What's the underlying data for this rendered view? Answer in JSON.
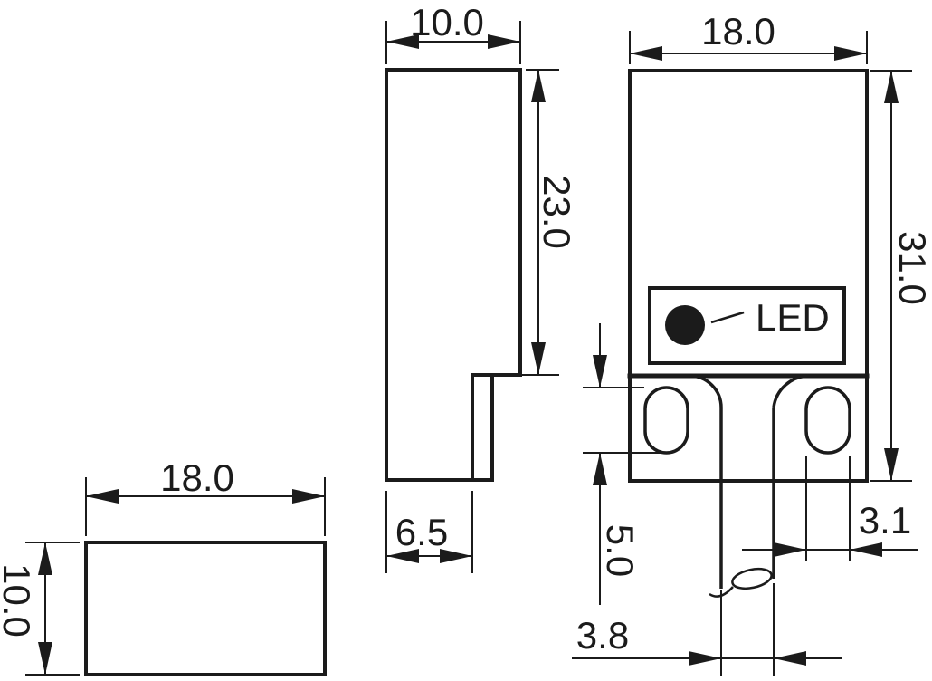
{
  "drawing": {
    "background_color": "#ffffff",
    "line_color": "#1b1b1b",
    "views": {
      "side_view": {
        "width": "10.0",
        "length": "23.0",
        "bracket_thickness": "6.5"
      },
      "front_view": {
        "width": "18.0",
        "height": "31.0",
        "slot_length": "5.0",
        "slot_width": "3.1",
        "cable_width": "3.8",
        "led_label": "LED"
      },
      "top_view": {
        "width": "18.0",
        "depth": "10.0"
      }
    }
  }
}
